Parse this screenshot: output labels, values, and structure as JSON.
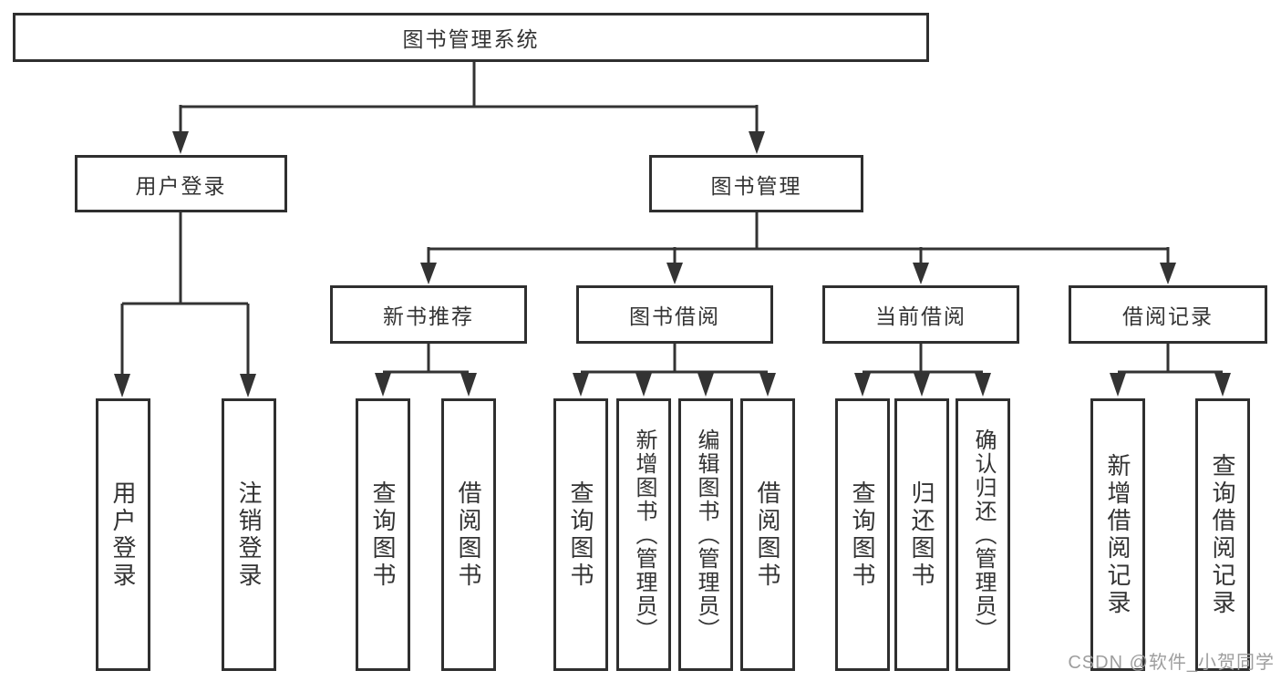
{
  "tree": {
    "root": {
      "label": "图书管理系统",
      "children": [
        {
          "label": "用户登录",
          "children": [
            {
              "label": "用户登录"
            },
            {
              "label": "注销登录"
            }
          ]
        },
        {
          "label": "图书管理",
          "children": [
            {
              "label": "新书推荐",
              "children": [
                {
                  "label": "查询图书"
                },
                {
                  "label": "借阅图书"
                }
              ]
            },
            {
              "label": "图书借阅",
              "children": [
                {
                  "label": "查询图书"
                },
                {
                  "label": "新增图书（管理员）"
                },
                {
                  "label": "编辑图书（管理员）"
                },
                {
                  "label": "借阅图书"
                }
              ]
            },
            {
              "label": "当前借阅",
              "children": [
                {
                  "label": "查询图书"
                },
                {
                  "label": "归还图书"
                },
                {
                  "label": "确认归还（管理员）"
                }
              ]
            },
            {
              "label": "借阅记录",
              "children": [
                {
                  "label": "新增借阅记录"
                },
                {
                  "label": "查询借阅记录"
                }
              ]
            }
          ]
        }
      ]
    }
  },
  "watermark": {
    "text": "CSDN @软件_小贺同学"
  },
  "colors": {
    "line": "#333333",
    "box-border": "#2f2f2f",
    "text": "#333333",
    "watermark": "#9e9e9e",
    "bg": "#ffffff"
  }
}
